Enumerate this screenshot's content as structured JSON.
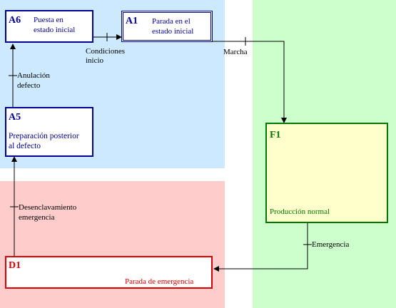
{
  "colors": {
    "zone_blue": "#cce9ff",
    "zone_red": "#ffcccc",
    "zone_green": "#ccffcc",
    "box_blue": "#000099",
    "box_green": "#007700",
    "box_green_fill": "#ffffcc",
    "box_red": "#dd0000"
  },
  "steps": {
    "a6": {
      "code": "A6",
      "label_line1": "Puesta en",
      "label_line2": "estado inicial"
    },
    "a1": {
      "code": "A1",
      "label_line1": "Parada en el",
      "label_line2": "estado inicial"
    },
    "a5": {
      "code": "A5",
      "label_line1": "Preparación posterior",
      "label_line2": "al defecto"
    },
    "f1": {
      "code": "F1",
      "label": "Producción normal"
    },
    "d1": {
      "code": "D1",
      "label": "Parada de emergencia"
    }
  },
  "transitions": {
    "a6_a1": {
      "line1": "Condiciones",
      "line2": "inicio"
    },
    "a1_f1": {
      "line1": "Marcha"
    },
    "a5_a6": {
      "line1": "Anulación",
      "line2": "defecto"
    },
    "d1_a5": {
      "line1": "Desenclavamiento",
      "line2": "emergencia"
    },
    "f1_d1": {
      "line1": "Emergencia"
    }
  }
}
